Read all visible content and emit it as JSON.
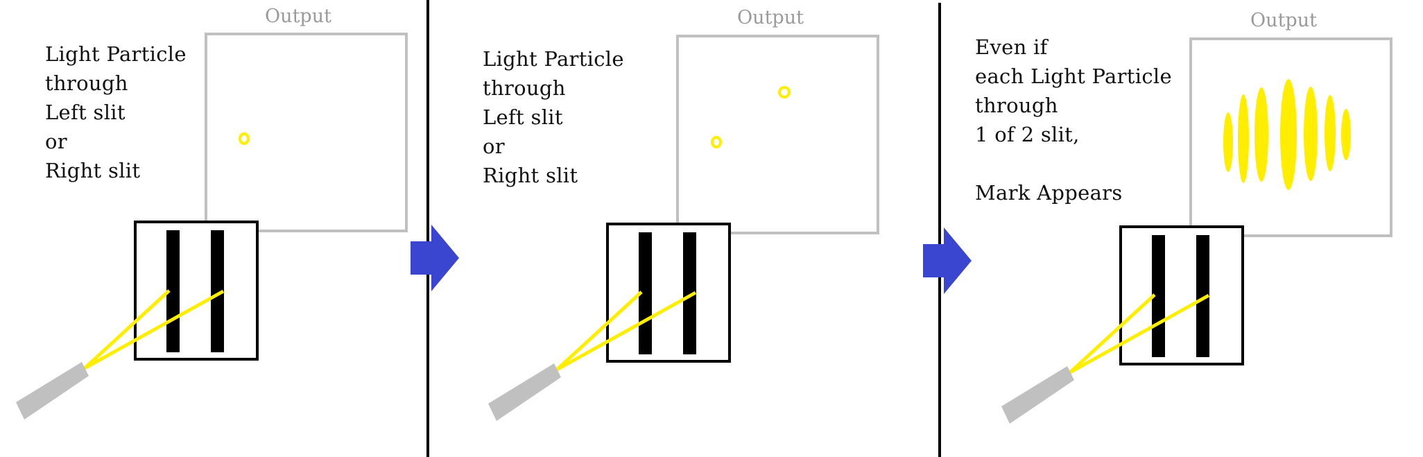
{
  "colors": {
    "background": "#ffffff",
    "output_frame": "#c0c0c0",
    "output_label": "#9a9a9a",
    "slit_frame": "#000000",
    "slit": "#000000",
    "beam": "#ffee00",
    "mark": "#ffee00",
    "light_source": "#c0c0c0",
    "divider": "#000000",
    "arrow": "#3b46d0",
    "text": "#111111"
  },
  "panels": [
    {
      "output_label": "Output",
      "text_lines": [
        "Light  Particle",
        "through",
        "Left slit",
        "or",
        "Right slit"
      ]
    },
    {
      "output_label": "Output",
      "text_lines": [
        "Light  Particle",
        "through",
        "Left slit",
        "or",
        "Right slit"
      ]
    },
    {
      "output_label": "Output",
      "text_lines": [
        "Even if",
        "each Light Particle",
        "through",
        "1 of 2 slit,",
        "",
        "Mark Appears"
      ]
    }
  ],
  "icons": {
    "arrow_1": "right-arrow-icon",
    "arrow_2": "right-arrow-icon",
    "source": "light-source-icon"
  }
}
